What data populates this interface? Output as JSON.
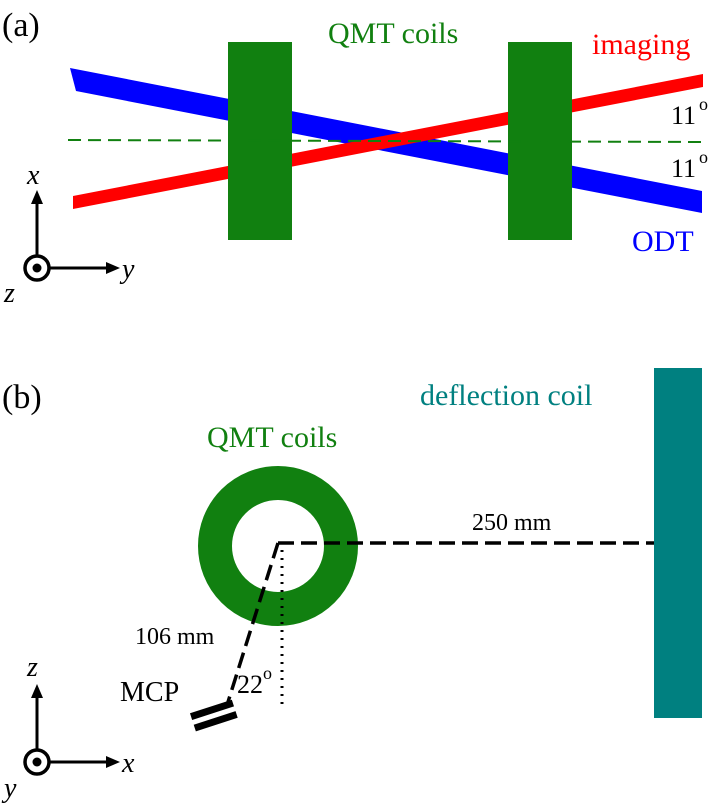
{
  "panel_a": {
    "label": "(a)",
    "coils_label": "QMT coils",
    "imaging_label": "imaging",
    "odt_label": "ODT",
    "angle_upper": "11",
    "angle_lower": "11",
    "degree_mark": "o",
    "axis_x": "x",
    "axis_y": "y",
    "axis_z": "z"
  },
  "panel_b": {
    "label": "(b)",
    "coils_label": "QMT coils",
    "deflection_label": "deflection coil",
    "distance_deflection": "250 mm",
    "distance_mcp": "106 mm",
    "angle": "22",
    "degree_mark": "o",
    "mcp_label": "MCP",
    "axis_z": "z",
    "axis_x": "x",
    "axis_y": "y"
  },
  "colors": {
    "coil_green": "#118010",
    "imaging_red": "#ff0000",
    "odt_blue": "#0000ff",
    "deflection_teal": "#008080",
    "ink": "#000000"
  }
}
